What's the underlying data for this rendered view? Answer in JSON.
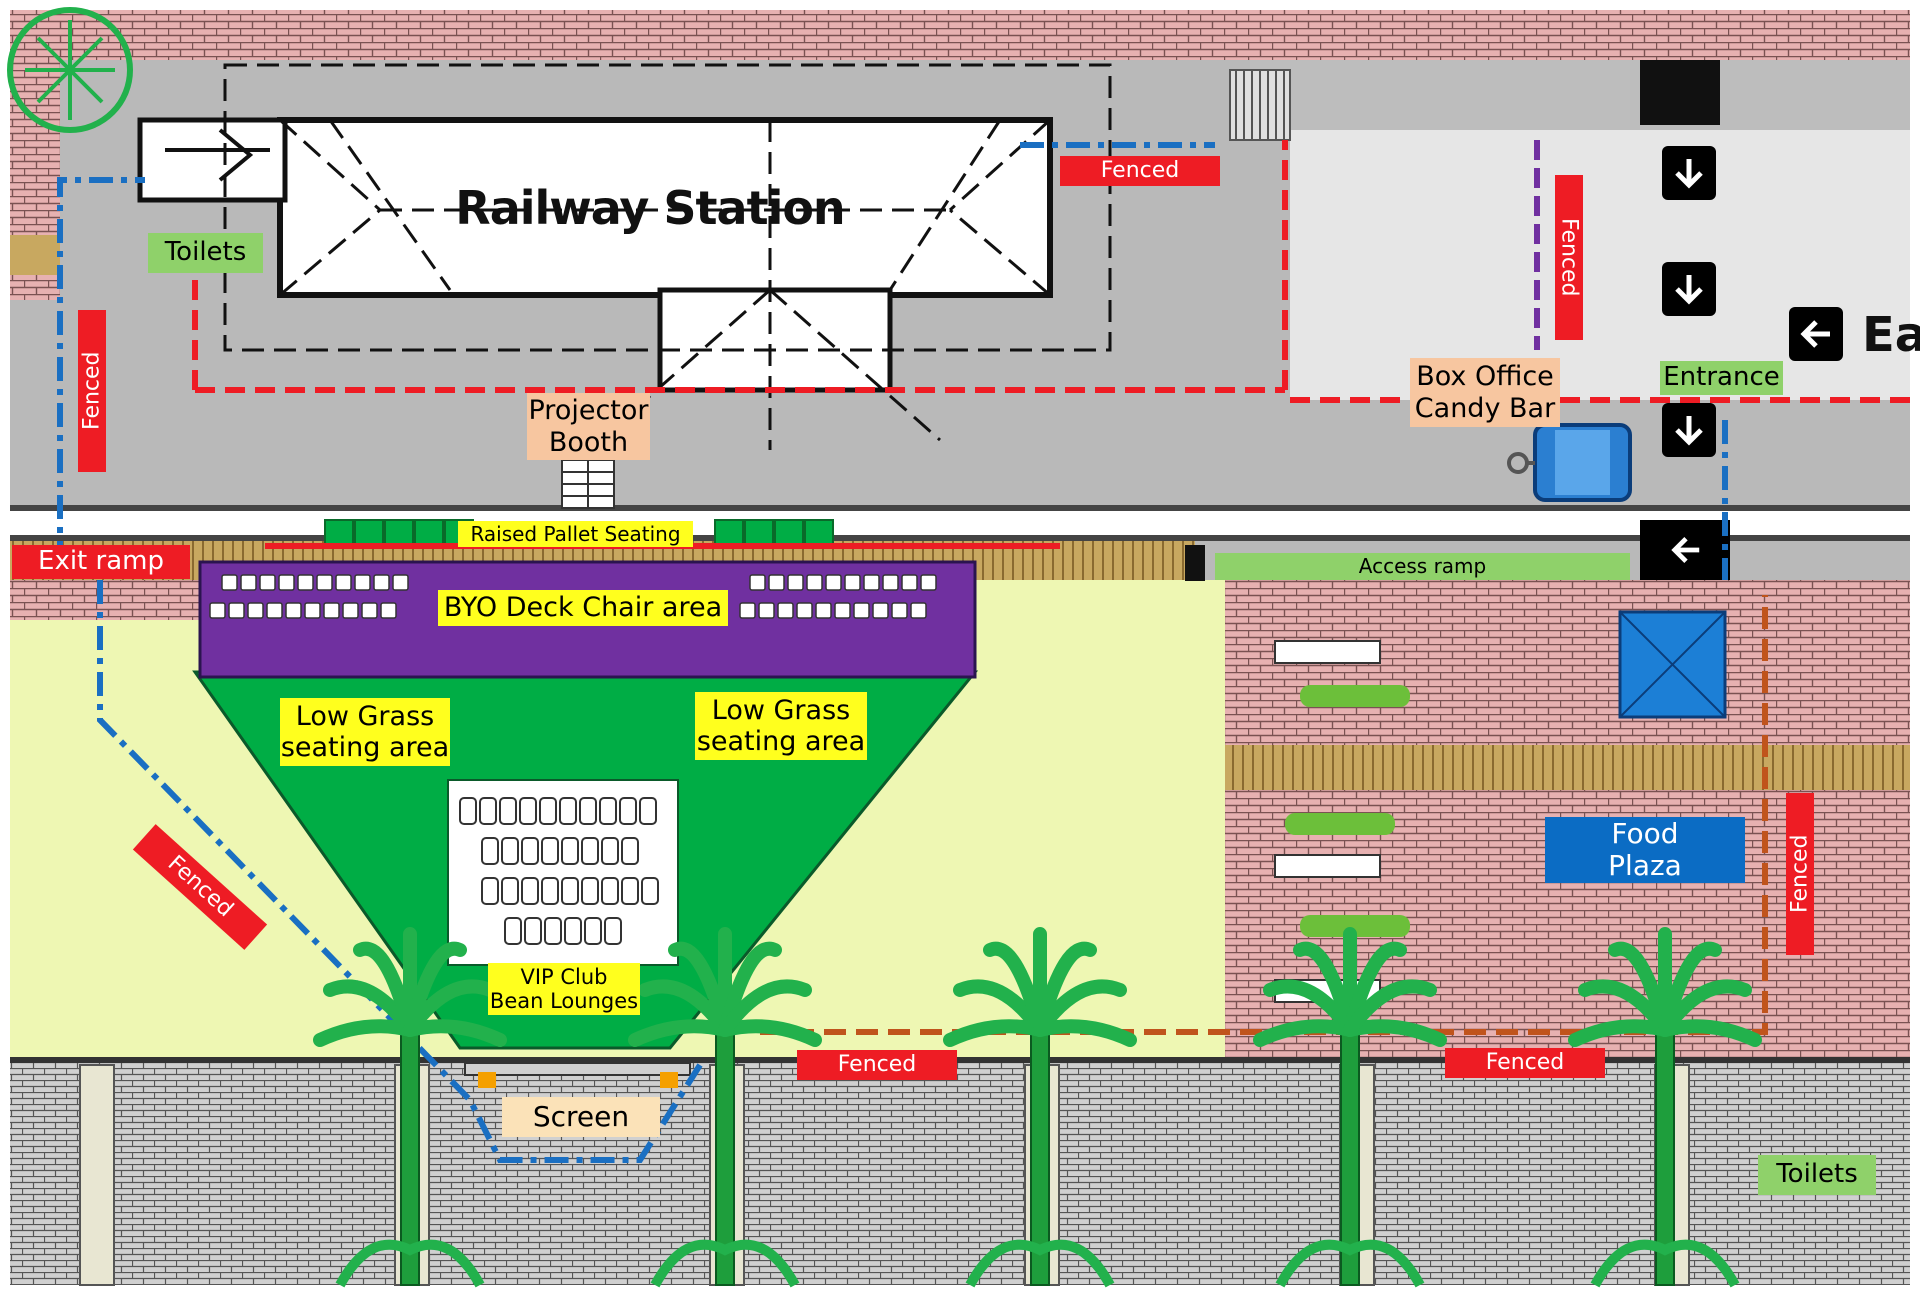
{
  "map": {
    "station_name": "Railway Station",
    "labels": {
      "toilets_top": "Toilets",
      "toilets_bottom": "Toilets",
      "fenced": "Fenced",
      "projector_booth": "Projector\nBooth",
      "box_office": "Box Office\nCandy Bar",
      "entrance": "Entrance",
      "exit_ramp": "Exit ramp",
      "raised_pallet_seating": "Raised Pallet Seating",
      "access_ramp": "Access ramp",
      "byo_deck_chair": "BYO Deck Chair area",
      "low_grass_left": "Low Grass\nseating area",
      "low_grass_right": "Low Grass\nseating area",
      "vip_club": "VIP Club\nBean Lounges",
      "food_plaza": "Food\nPlaza",
      "screen": "Screen",
      "cropped_edge_text": "Ea"
    },
    "colors": {
      "asphalt": "#b9b9b9",
      "brick": "#e7b1b1",
      "grass": "#eef7b3",
      "seating_green": "#00ad45",
      "deck_purple": "#7030a0",
      "fence_red": "#ee1c24",
      "fence_blue": "#1a6fc2",
      "fence_orange": "#c0541c",
      "fence_purple": "#7030a0"
    },
    "icons": [
      "arrow-down-icon",
      "arrow-left-icon",
      "palm-tree-icon",
      "food-truck-icon",
      "marquee-tent-icon"
    ]
  }
}
